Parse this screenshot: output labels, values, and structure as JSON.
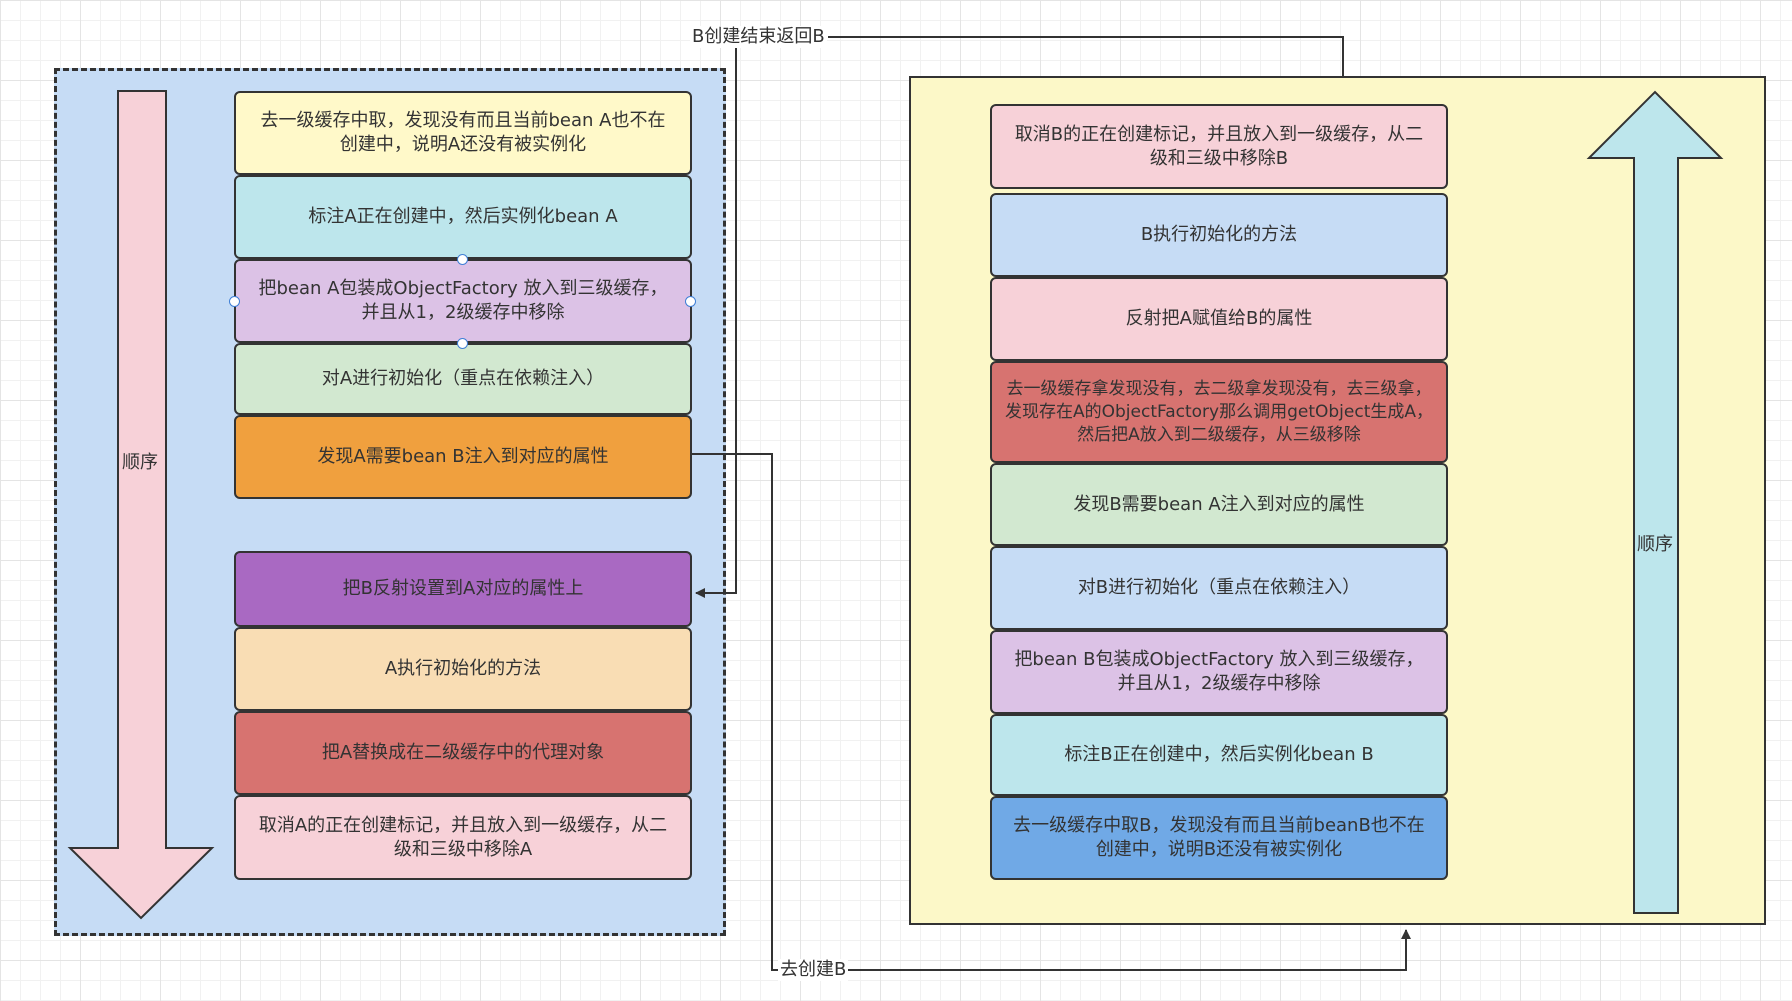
{
  "left": {
    "order_label": "顺序",
    "steps": [
      "去一级缓存中取，发现没有而且当前bean A也不在创建中，说明A还没有被实例化",
      "标注A正在创建中，然后实例化bean A",
      "把bean A包装成ObjectFactory 放入到三级缓存，并且从1，2级缓存中移除",
      "对A进行初始化（重点在依赖注入）",
      "发现A需要bean B注入到对应的属性",
      "把B反射设置到A对应的属性上",
      "A执行初始化的方法",
      "把A替换成在二级缓存中的代理对象",
      "取消A的正在创建标记，并且放入到一级缓存，从二级和三级中移除A"
    ],
    "colors": [
      "#fff9c9",
      "#bde6ec",
      "#dcc2e6",
      "#d2e8d0",
      "#f0a03e",
      "#a969c2",
      "#f9ddb4",
      "#d77370",
      "#f7d1d8"
    ]
  },
  "right": {
    "order_label": "顺序",
    "steps": [
      "取消B的正在创建标记，并且放入到一级缓存，从二级和三级中移除B",
      "B执行初始化的方法",
      "反射把A赋值给B的属性",
      "去一级缓存拿发现没有，去二级拿发现没有，去三级拿，发现存在A的ObjectFactory那么调用getObject生成A，然后把A放入到二级缓存，从三级移除",
      "发现B需要bean A注入到对应的属性",
      "对B进行初始化（重点在依赖注入）",
      "把bean B包装成ObjectFactory 放入到三级缓存，并且从1，2级缓存中移除",
      "标注B正在创建中，然后实例化bean B",
      "去一级缓存中取B，发现没有而且当前beanB也不在创建中，说明B还没有被实例化"
    ],
    "colors": [
      "#f7d1d8",
      "#c6dcf5",
      "#f7d1d8",
      "#d77370",
      "#d2e8d0",
      "#c6dcf5",
      "#dcc2e6",
      "#bde6ec",
      "#70a9e6"
    ]
  },
  "connectors": {
    "go_create_b": "去创建B",
    "b_created_return": "B创建结束返回B"
  },
  "palette": {
    "left_panel_bg": "#c6dcf5",
    "right_panel_bg": "#fcf8c8",
    "left_arrow_fill": "#f7d1d8",
    "right_arrow_fill": "#bde6ec",
    "selection_handle": "#3f7fd6"
  }
}
